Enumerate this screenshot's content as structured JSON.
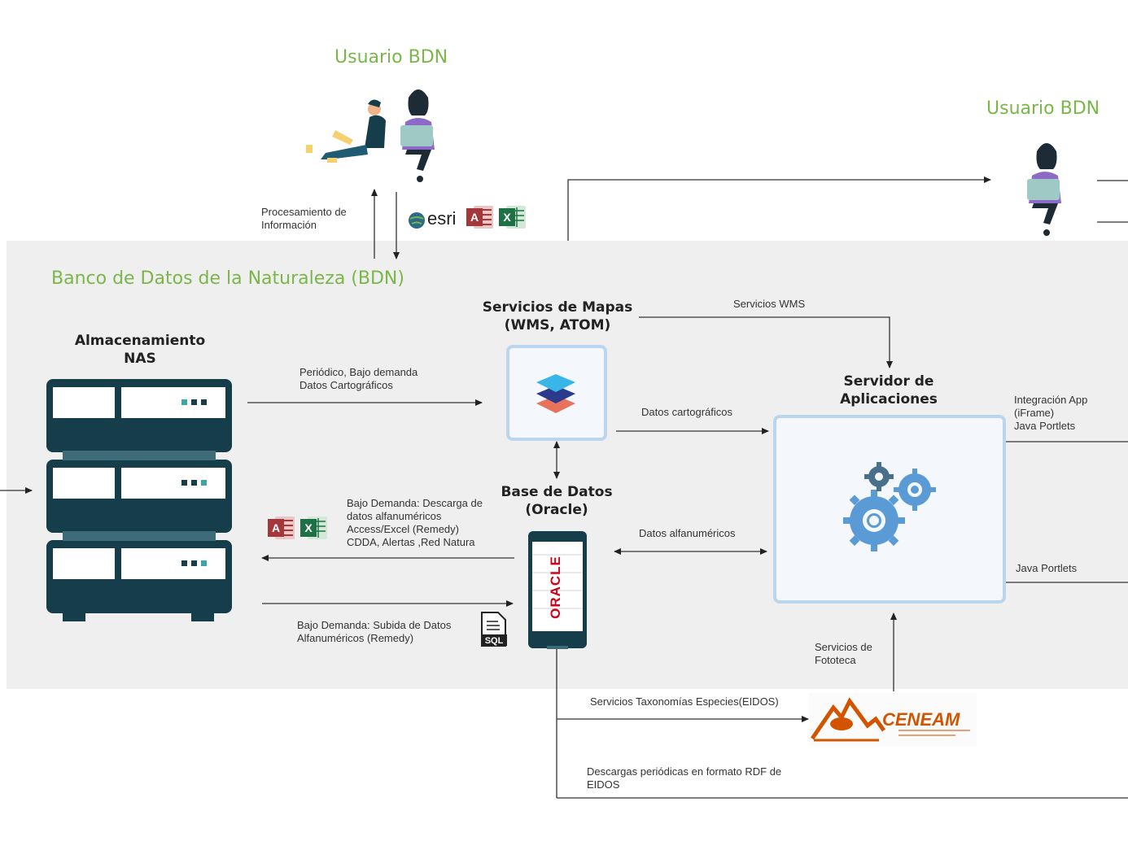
{
  "top_user_left": {
    "label": "Usuario BDN"
  },
  "top_user_right": {
    "label": "Usuario BDN"
  },
  "processing_label": "Procesamiento de\nInformación",
  "esri_label": "esri",
  "bdn_title": "Banco de Datos de la Naturaleza (BDN)",
  "nas": {
    "title": "Almacenamiento\nNAS"
  },
  "map_services": {
    "title": "Servicios de Mapas\n(WMS, ATOM)"
  },
  "database": {
    "title": "Base de Datos\n(Oracle)",
    "logo_text": "ORACLE"
  },
  "app_server": {
    "title": "Servidor de\nAplicaciones"
  },
  "edges": {
    "periodic": "Periódico,  Bajo demanda\nDatos Cartográficos",
    "wms": "Servicios  WMS",
    "carto": "Datos cartográficos",
    "alfa": "Datos alfanuméricos",
    "download": "Bajo Demanda:  Descarga de\ndatos alfanuméricos\nAccess/Excel (Remedy)\nCDDA,  Alertas ,Red Natura",
    "upload": "Bajo Demanda:  Subida  de Datos\nAlfanuméricos  (Remedy)",
    "integration": "Integración  App\n(iFrame)\nJava Portlets",
    "java": "Java Portlets",
    "fototeca": "Servicios de\nFototeca",
    "taxonomias": "Servicios Taxonomías Especies(EIDOS)",
    "rdf": "Descargas periódicas  en formato RDF de\nEIDOS"
  },
  "ceneam": {
    "label": "CENEAM"
  },
  "icons": [
    "person-laptop-icon",
    "access-icon",
    "excel-icon",
    "esri-globe-icon",
    "layers-icon",
    "gears-icon",
    "sql-file-icon",
    "server-rack-icon",
    "oracle-db-icon"
  ],
  "colors": {
    "green": "#7ab648",
    "rack": "#163e4a",
    "box_border": "#bcd5ee",
    "panel": "#efefef",
    "oracle_red": "#d0021b",
    "ceneam_orange": "#d35400"
  }
}
